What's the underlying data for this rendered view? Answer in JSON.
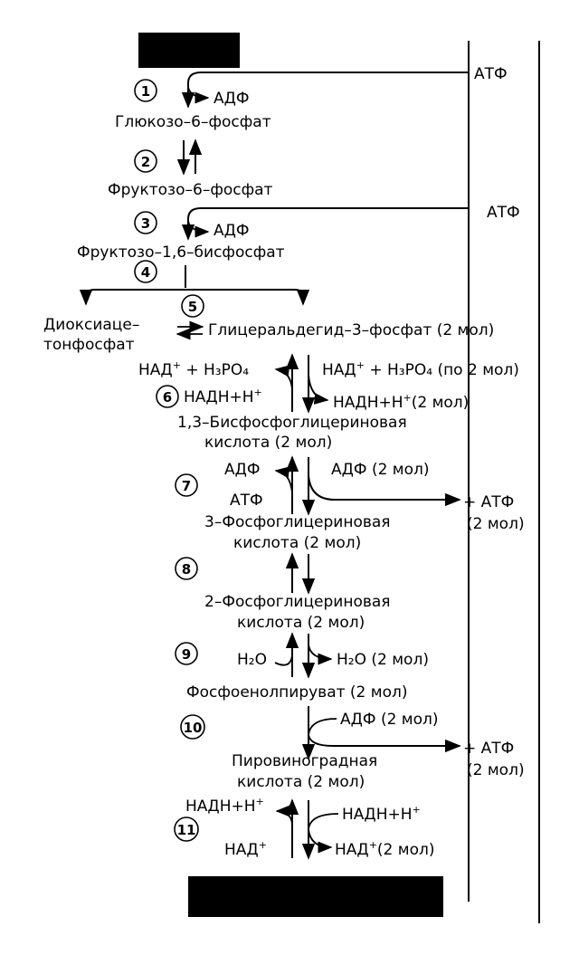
{
  "blocks": {
    "top": "",
    "bottom": ""
  },
  "steps": [
    "1",
    "2",
    "3",
    "4",
    "5",
    "6",
    "7",
    "8",
    "9",
    "10",
    "11"
  ],
  "metabolites": {
    "glucose6p": "Глюкозо–6–фосфат",
    "fructose6p": "Фруктозо–6–фосфат",
    "fructose16bp": "Фруктозо–1,6–бисфосфат",
    "dhap_line1": "Диоксиацe–",
    "dhap_line2": "тонфосфат",
    "gap": "Глицеральдегид–3–фосфат (2 мол)",
    "bpg13_line1": "1,3–Бисфосфоглицериновая",
    "bpg13_line2": "кислота (2 мол)",
    "pg3_line1": "3–Фосфоглицериновая",
    "pg3_line2": "кислота (2 мол)",
    "pg2_line1": "2–Фосфоглицериновая",
    "pg2_line2": "кислота (2 мол)",
    "pep": "Фосфоенолпируват (2 мол)",
    "pyruvate_line1": "Пировиноградная",
    "pyruvate_line2": "кислота (2 мол)"
  },
  "side": {
    "adp": "АДФ",
    "atp": "АТФ",
    "atp_in1": "АТФ",
    "atp_in2": "АТФ",
    "atp_out1": "+ АТФ",
    "atp_out1_amount": "(2 мол)",
    "atp_out2": "+ АТФ",
    "atp_out2_amount": "(2 мол)",
    "adp_2mol": "АДФ (2 мол)",
    "nad": "НАД",
    "h3po4": "Н₃РО₄",
    "h3po4_2mol": "(по 2 мол)",
    "nadh": "НАДН+Н",
    "nadh_2mol": "(2 мол)",
    "h2o": "Н₂О",
    "h2o_2mol": "Н₂О (2 мол)",
    "nad_2mol": "(2 мол)",
    "plus": "+",
    "superscript_plus": "+"
  }
}
